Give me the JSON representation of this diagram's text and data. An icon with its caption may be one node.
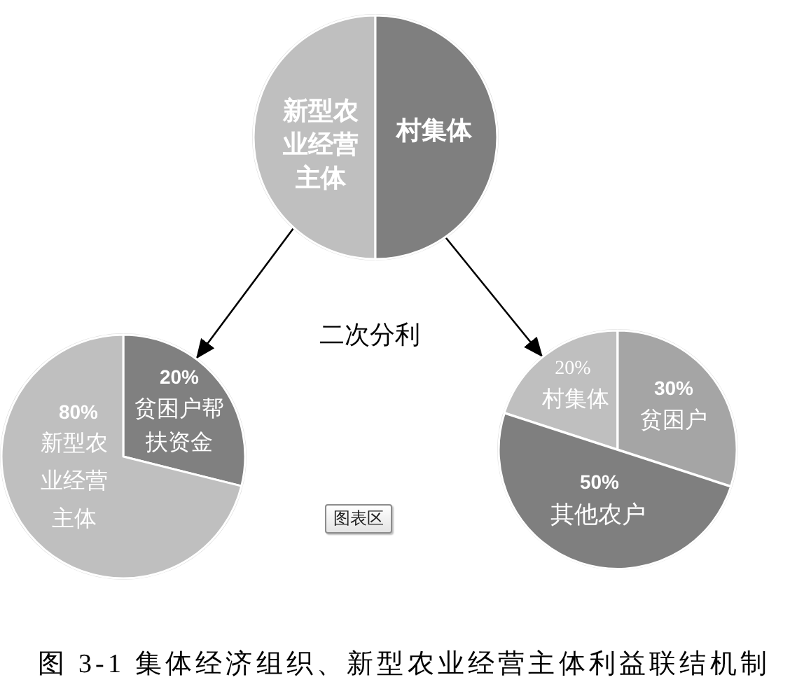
{
  "diagram": {
    "caption": "图 3-1 集体经济组织、新型农业经营主体利益联结机制",
    "nodes": [
      {
        "text": [],
        "shape": "circle"
      },
      {
        "text": [
          "新型农业经营主体"
        ],
        "in": 0
      },
      {
        "text": [
          "村集体"
        ],
        "in": 0
      },
      {
        "text": [],
        "shape": "circle"
      },
      {
        "text": [
          "20%",
          "贫困户帮扶资金"
        ],
        "in": 3
      },
      {
        "text": [
          "80%",
          "新型农业经营主体"
        ],
        "in": 3
      },
      {
        "text": [],
        "shape": "circle"
      },
      {
        "text": [
          "20%",
          "村集体"
        ],
        "in": 6
      },
      {
        "text": [
          "30%",
          "贫困户"
        ],
        "in": 6
      },
      {
        "text": [
          "50%",
          "其他农户"
        ],
        "in": 6
      }
    ],
    "edges": [
      {
        "from": 1,
        "to": 3,
        "arrow": "to"
      },
      {
        "from": 2,
        "to": 6,
        "arrow": "to"
      }
    ],
    "labels": [
      "二次分利",
      "图表区"
    ]
  }
}
